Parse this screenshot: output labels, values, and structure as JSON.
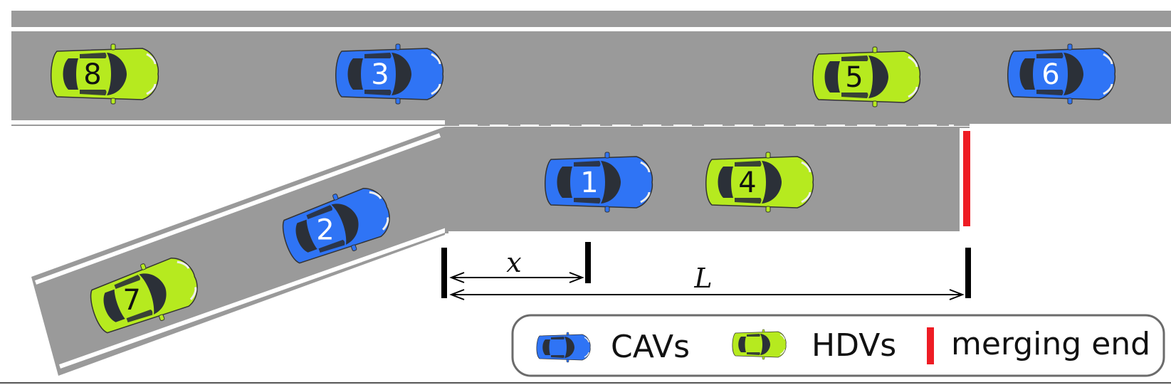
{
  "diagram": {
    "dimension_x_label": "x",
    "dimension_L_label": "L",
    "cars": [
      {
        "id": "8",
        "type": "HDV"
      },
      {
        "id": "3",
        "type": "CAV"
      },
      {
        "id": "5",
        "type": "HDV"
      },
      {
        "id": "6",
        "type": "CAV"
      },
      {
        "id": "1",
        "type": "CAV"
      },
      {
        "id": "4",
        "type": "HDV"
      },
      {
        "id": "2",
        "type": "CAV"
      },
      {
        "id": "7",
        "type": "HDV"
      }
    ]
  },
  "legend": {
    "cav_label": "CAVs",
    "hdv_label": "HDVs",
    "merge_label": "merging end"
  },
  "colors": {
    "cav": "#2f74f5",
    "hdv": "#b6ea1f",
    "road": "#9a9a9a",
    "lane_line": "#ffffff",
    "merging_end": "#ee1c24"
  }
}
